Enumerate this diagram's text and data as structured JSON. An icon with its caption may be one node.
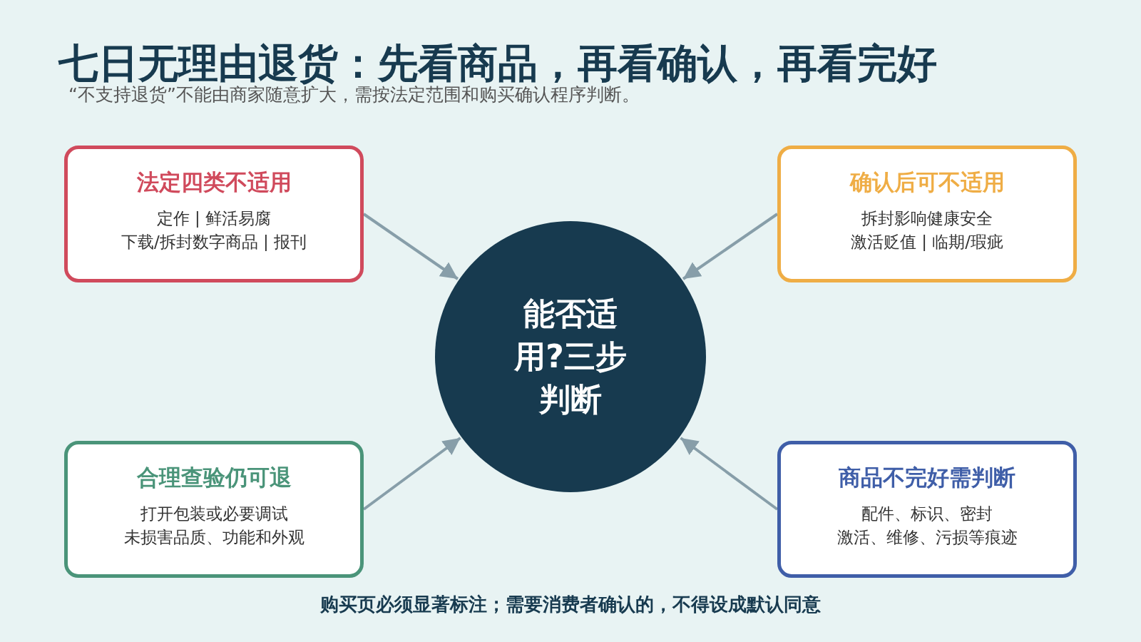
{
  "diagram": {
    "title": "七日无理由退货：先看商品，再看确认，再看完好",
    "nodes": [
      {
        "text": [
          "法定四类不适用",
          "定作 | 鲜活易腐",
          "下载/拆封数字商品 | 报刊"
        ]
      },
      {
        "text": [
          "确认后可不适用",
          "拆封影响健康安全",
          "激活贬值 | 临期/瑕疵"
        ]
      },
      {
        "text": [
          "能否适用?三步判断"
        ]
      },
      {
        "text": [
          "合理查验仍可退",
          "打开包装或必要调试",
          "未损害品质、功能和外观"
        ]
      },
      {
        "text": [
          "商品不完好需判断",
          "配件、标识、密封",
          "激活、维修、污损等痕迹"
        ]
      }
    ],
    "edges": [
      {
        "from": 0,
        "to": 2,
        "arrow": "to"
      },
      {
        "from": 1,
        "to": 2,
        "arrow": "to"
      },
      {
        "from": 3,
        "to": 2,
        "arrow": "to"
      },
      {
        "from": 4,
        "to": 2,
        "arrow": "to"
      }
    ],
    "labels": [
      "“不支持退货”不能由商家随意扩大，需按法定范围和购买确认程序判断。",
      "购买页必须显著标注；需要消费者确认的，不得设成默认同意"
    ]
  }
}
